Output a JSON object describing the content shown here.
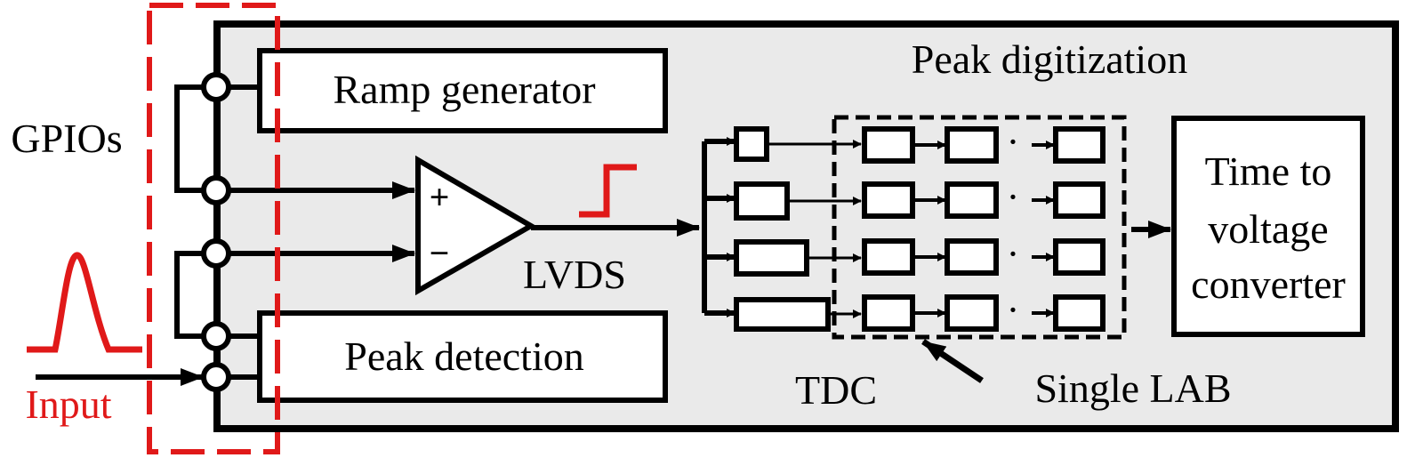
{
  "labels": {
    "peak_digitization": "Peak digitization",
    "gpios": "GPIOs",
    "ramp_generator": "Ramp generator",
    "peak_detection": "Peak detection",
    "lvds": "LVDS",
    "tdc": "TDC",
    "single_lab": "Single LAB",
    "converter_line1": "Time to",
    "converter_line2": "voltage",
    "converter_line3": "converter",
    "input": "Input",
    "plus": "+",
    "minus": "−",
    "dots": "·"
  },
  "colors": {
    "panel_fill": "#eaeaea",
    "stroke": "#000000",
    "highlight": "#e01919"
  }
}
